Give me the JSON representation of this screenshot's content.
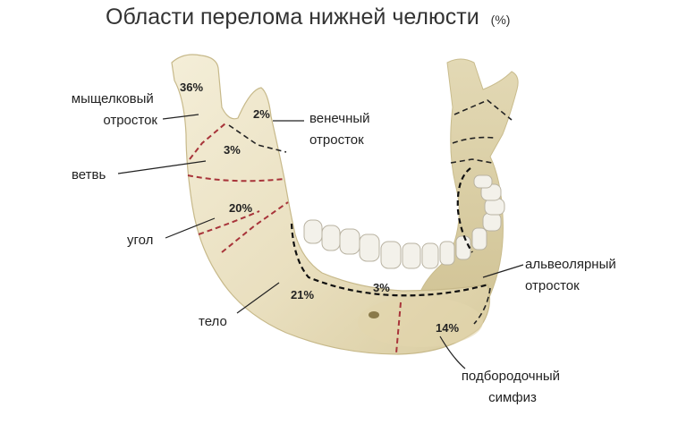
{
  "title": {
    "main": "Области перелома нижней челюсти",
    "unit": "(%)"
  },
  "labels": {
    "condylar": [
      "мыщелковый",
      "отросток"
    ],
    "coronoid": [
      "венечный",
      "отросток"
    ],
    "ramus": "ветвь",
    "angle": "угол",
    "body": "тело",
    "alveolar": [
      "альвеолярный",
      "отросток"
    ],
    "symphysis": [
      "подбородочный",
      "симфиз"
    ]
  },
  "percentages": {
    "condylar": "36%",
    "coronoid": "2%",
    "ramus": "3%",
    "angle": "20%",
    "body": "21%",
    "alveolar": "3%",
    "symphysis": "14%"
  },
  "colors": {
    "bone": "#ece4c8",
    "bone_shadow": "#d6ca9f",
    "fracture_line_red": "#a8343a",
    "fracture_line_black": "#222222"
  }
}
